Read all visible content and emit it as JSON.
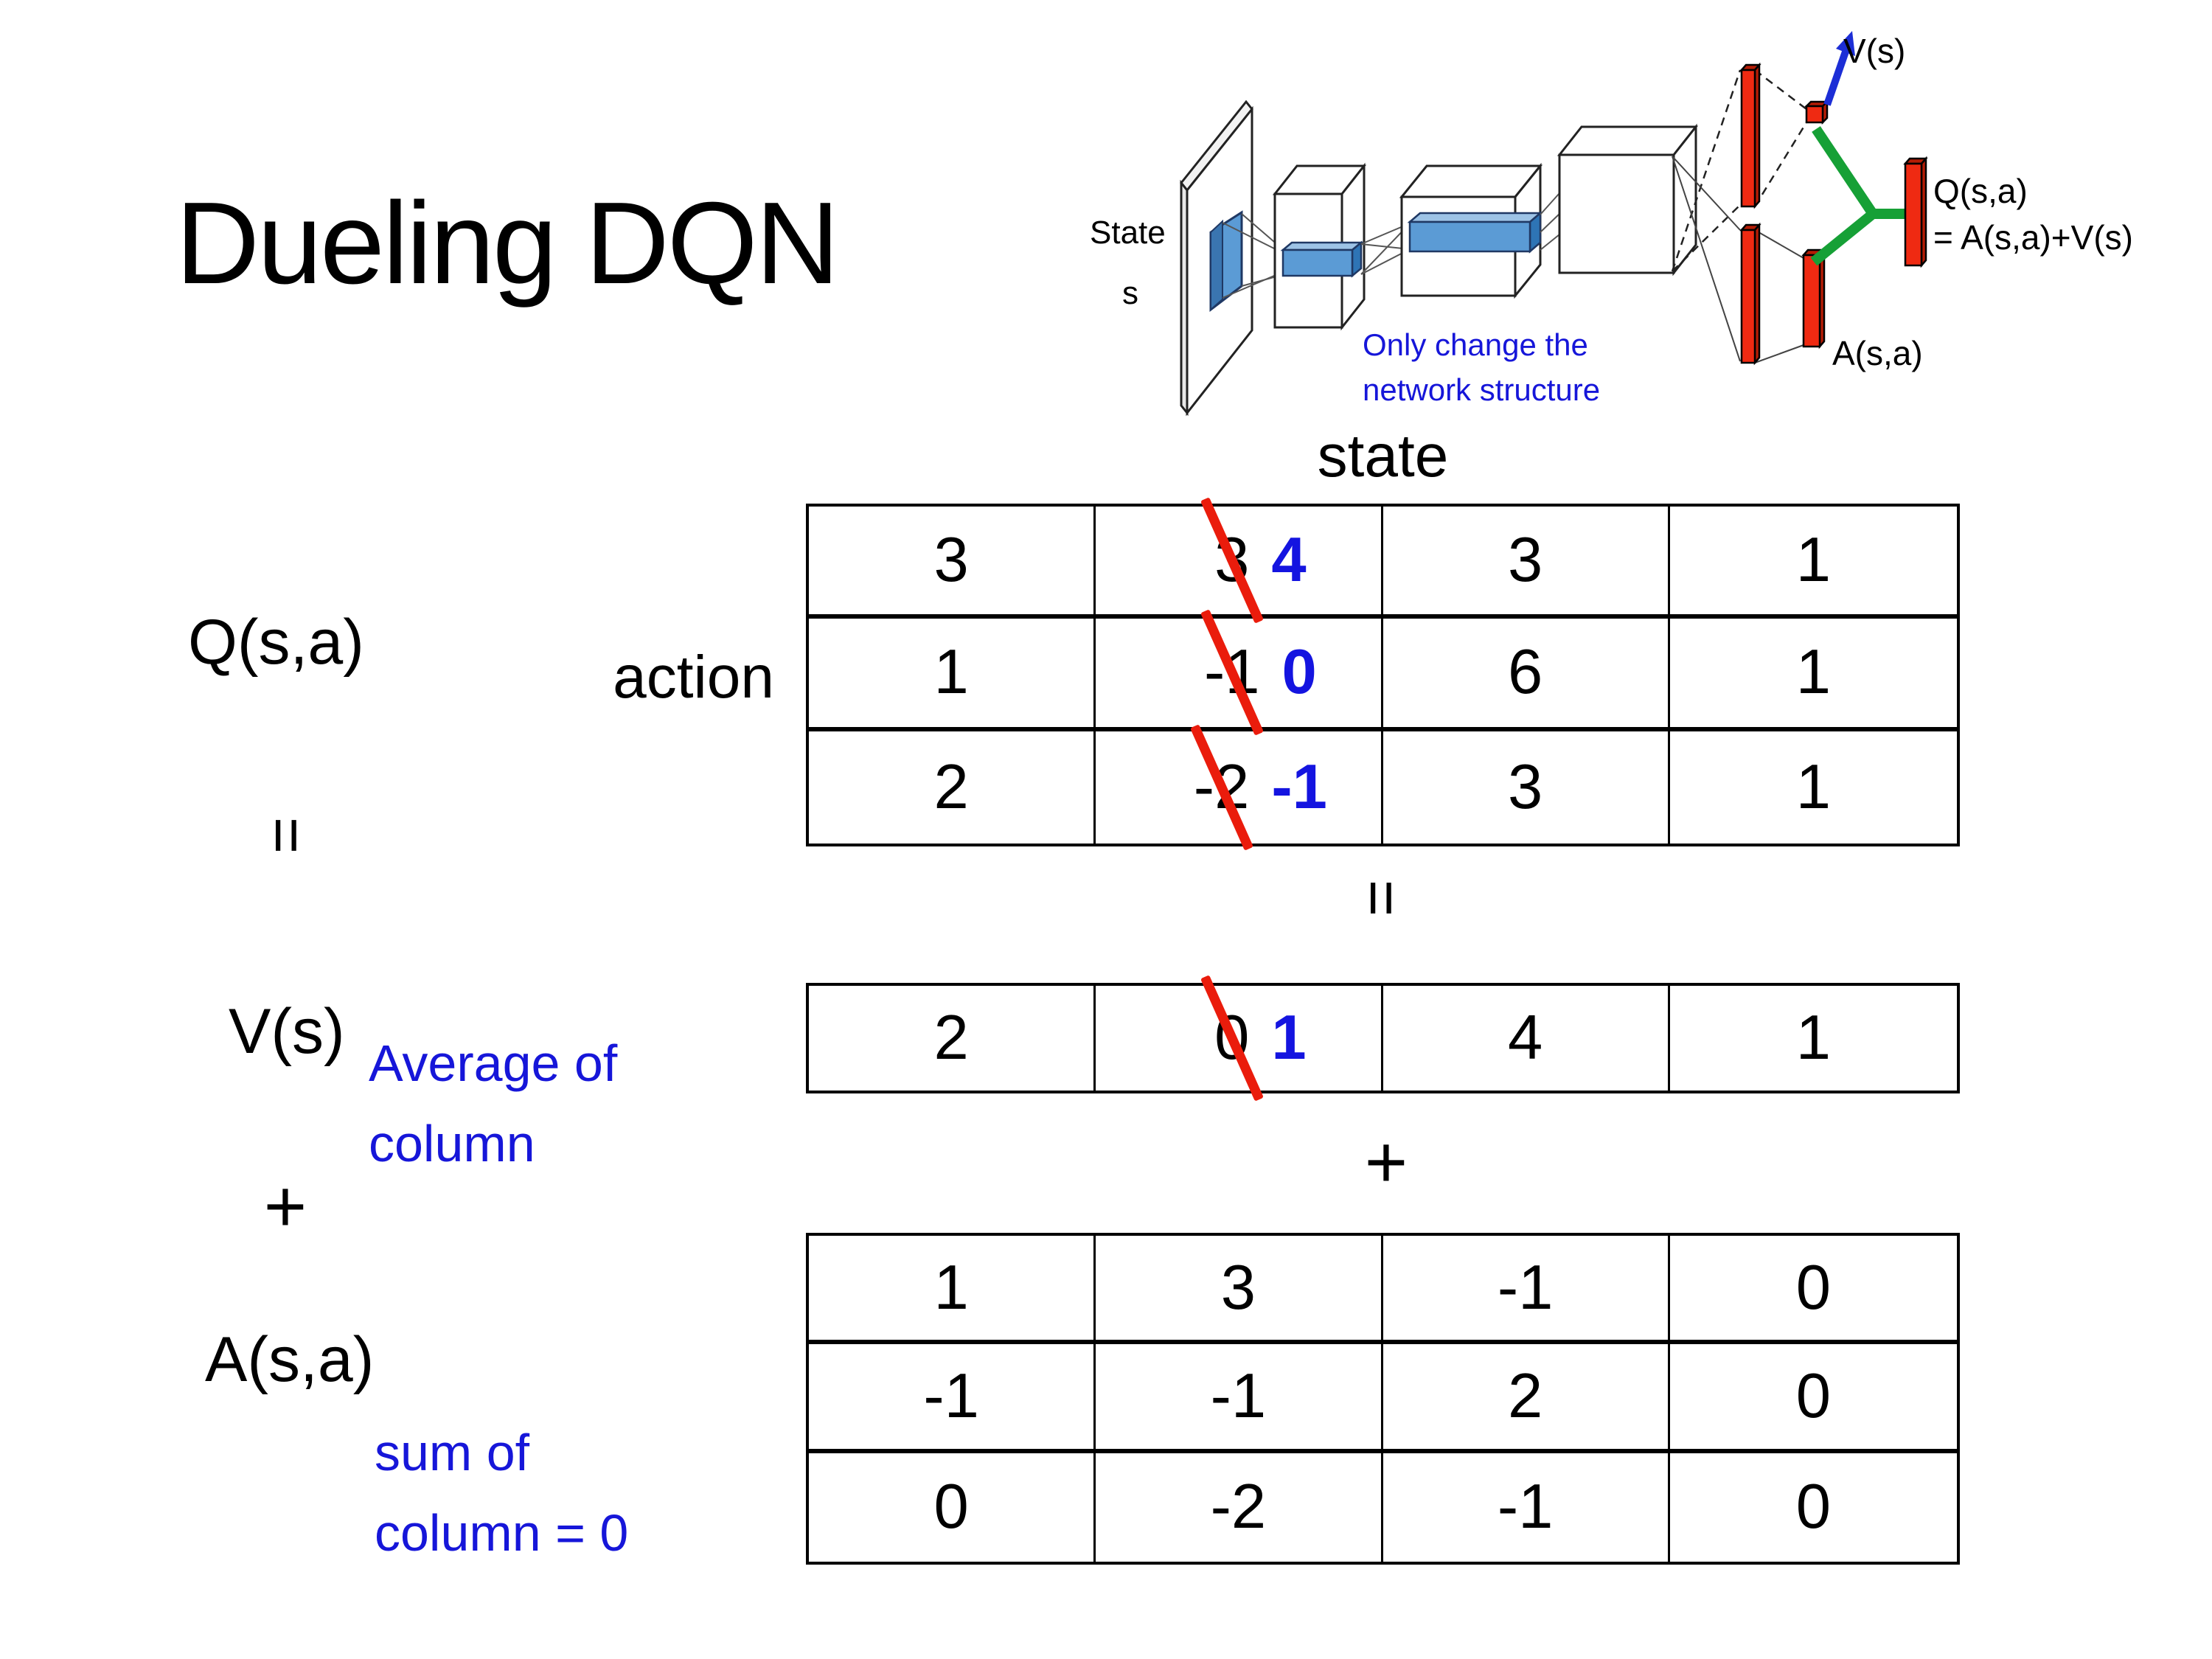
{
  "slide_title": "Dueling DQN",
  "colors": {
    "annotation_blue": "#1616d9",
    "corrected_value_blue": "#1414e0",
    "strike_red": "#ea1c0c",
    "bar_red": "#ef2a12",
    "connector_green": "#16a036",
    "conv_block_blue": "#5b9bd5"
  },
  "diagram": {
    "state_label_line1": "State",
    "state_label_line2": "s",
    "note_line1": "Only change the",
    "note_line2": "network structure",
    "v_output_label": "V(s)",
    "q_output_label_line1": "Q(s,a)",
    "q_output_label_line2": "= A(s,a)+V(s)",
    "a_output_label": "A(s,a)"
  },
  "equation": {
    "q_label": "Q(s,a)",
    "equals_left": "=",
    "v_label": "V(s)",
    "plus_left": "+",
    "a_label": "A(s,a)",
    "avg_note_line1": "Average of",
    "avg_note_line2": "column",
    "sum_note_line1": "sum of",
    "sum_note_line2": "column = 0"
  },
  "grid": {
    "state_header": "state",
    "action_header": "action",
    "equals_mid": "=",
    "plus_mid": "+",
    "q_rows": [
      [
        {
          "value": "3"
        },
        {
          "old": "3",
          "new": "4"
        },
        {
          "value": "3"
        },
        {
          "value": "1"
        }
      ],
      [
        {
          "value": "1"
        },
        {
          "old": "-1",
          "new": "0"
        },
        {
          "value": "6"
        },
        {
          "value": "1"
        }
      ],
      [
        {
          "value": "2"
        },
        {
          "old": "-2",
          "new": "-1"
        },
        {
          "value": "3"
        },
        {
          "value": "1"
        }
      ]
    ],
    "v_row": [
      {
        "value": "2"
      },
      {
        "old": "0",
        "new": "1"
      },
      {
        "value": "4"
      },
      {
        "value": "1"
      }
    ],
    "a_rows": [
      [
        {
          "value": "1"
        },
        {
          "value": "3"
        },
        {
          "value": "-1"
        },
        {
          "value": "0"
        }
      ],
      [
        {
          "value": "-1"
        },
        {
          "value": "-1"
        },
        {
          "value": "2"
        },
        {
          "value": "0"
        }
      ],
      [
        {
          "value": "0"
        },
        {
          "value": "-2"
        },
        {
          "value": "-1"
        },
        {
          "value": "0"
        }
      ]
    ]
  }
}
